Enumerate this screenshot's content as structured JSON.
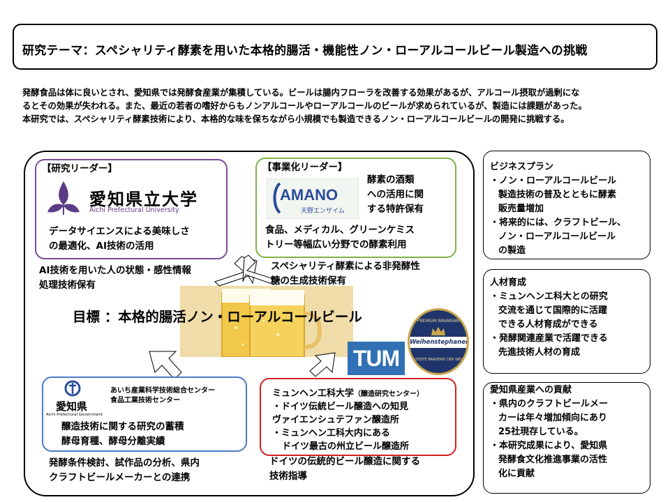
{
  "title": "研究テーマ：スペシャリティ酵素を用いた本格的腸活・機能性ノン・ローアルコールビール製造への挑戦",
  "intro": [
    "発酵食品は体に良いとされ、愛知県では発酵食産業が集積している。ビールは腸内フローラを改善する効果があるが、アルコール摂取が過剰にな",
    "るとその効果が失われる。また、最近の若者の嗜好からもノンアルコールやローアルコールのビールが求められているが、製造には課題があった。",
    "本研究では、スペシャリティ酵素技術により、本格的な味を保ちながら小規模でも製造できるノン・ローアルコールビールの開発に挑戦する。"
  ],
  "research_leader": {
    "heading": "【研究リーダー】",
    "logo_name": "愛知県立大学",
    "logo_sub": "Aichi Prefectural University",
    "desc": [
      "データサイエンスによる美味しさ",
      "の最適化、AI技術の活用"
    ],
    "note": [
      "AI技術を用いた人の状態・感性情報",
      "処理技術保有"
    ]
  },
  "business_leader": {
    "heading": "【事業化リーダー】",
    "logo_name": "AMANO",
    "logo_sub": "天野エンザイム",
    "side": [
      "酵素の酒類",
      "への活用に関",
      "する特許保有"
    ],
    "desc": [
      "食品、メディカル、グリーンケミス",
      "トリー等幅広い分野での酵素利用"
    ],
    "note": [
      "スペシャリティ酵素による非発酵性",
      "糖の生成技術保有"
    ]
  },
  "goal": "目標 ：本格的腸活ノン・ローアルコールビール",
  "aichi": {
    "logo_name": "愛知県",
    "logo_sub": "Aichi Prefectural Government",
    "org": [
      "あいち産業科学技術総合センター",
      "食品工業技術センター"
    ],
    "desc": [
      "醸造技術に関する研究の蓄積",
      "酵母育種、酵母分離実績"
    ],
    "note": [
      "発酵条件検討、試作品の分析、県内",
      "クラフトビールメーカーとの連携"
    ]
  },
  "tum": {
    "name": "ミュンヘン工科大学",
    "sub": "（醸造研究センター）",
    "lines": [
      "・ドイツ伝統ビール醸造への知見",
      "ヴァイエンシュテファン醸造所",
      "・ミュンヘン工科大内にある",
      "ドイツ最古の州立ビール醸造所"
    ],
    "note": [
      "ドイツの伝統的ビール醸造に関する",
      "技術指導"
    ],
    "logo_text": "TUM",
    "badge_text": "Weihenstephaner",
    "badge_top": "PREMIUM BAVARIAN",
    "badge_bottom": "ÄLTESTE BRAUEREI DER WELT"
  },
  "business_plan": {
    "heading": "ビジネスプラン",
    "lines": [
      "・ノン・ローアルコールビール",
      "製造技術の普及とともに酵素",
      "販売量増加",
      "・将来的には、クラフトビール、",
      "ノン・ローアルコールビール",
      "の製造"
    ]
  },
  "hr": {
    "heading": "人材育成",
    "lines": [
      "・ミュンヘンエ科大との研究",
      "交流を通じて国際的に活躍",
      "できる人材育成ができる",
      "・発酵関連産業で活躍できる",
      "先進技術人材の育成"
    ]
  },
  "contribution": {
    "heading": "愛知県産業への貢献",
    "lines": [
      "・県内のクラフトビールメー",
      "カーは年々増加傾向にあり",
      "25社現存している。",
      "・本研究成果により、愛知県",
      "発酵食文化推進事業の活性",
      "化に貢献"
    ]
  },
  "colors": {
    "purple": "#7a4a94",
    "green": "#7fb24a",
    "blue": "#4a7ac8",
    "red": "#d21f1f",
    "tum_blue": "#3070b3"
  }
}
